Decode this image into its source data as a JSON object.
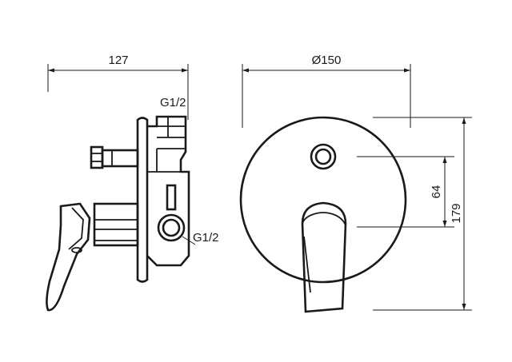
{
  "side_view": {
    "overall_depth_label": "127",
    "top_port_label": "G1/2",
    "side_port_label": "G1/2"
  },
  "front_view": {
    "plate_diameter_label": "Ø150",
    "axis_spacing_label": "64",
    "overall_height_label": "179"
  },
  "colors": {
    "line": "#1a1a1a",
    "background": "#ffffff"
  }
}
